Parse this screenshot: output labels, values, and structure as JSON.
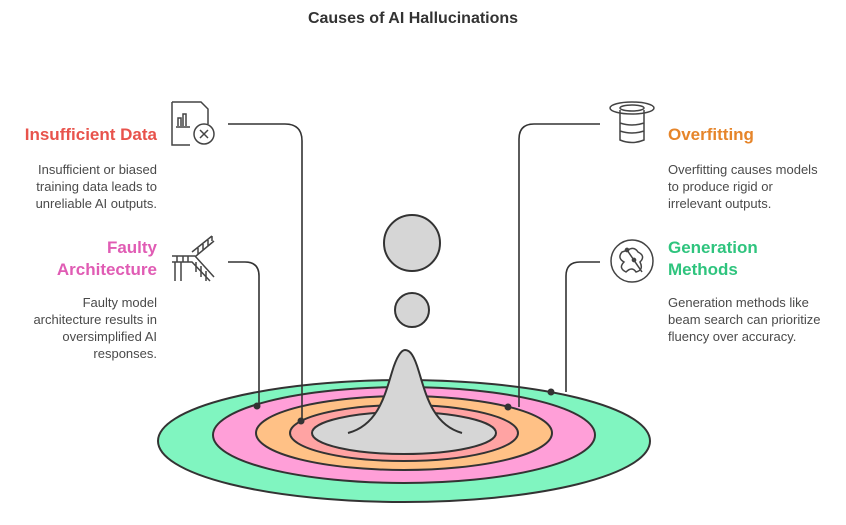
{
  "title": "Causes of AI Hallucinations",
  "causes": {
    "insufficient_data": {
      "heading": "Insufficient Data",
      "body": "Insufficient or biased training data leads to unreliable AI outputs.",
      "color": "#e8534c",
      "icon": "document-chart-x-icon"
    },
    "faulty_architecture": {
      "heading": "Faulty Architecture",
      "body": "Faulty model architecture results in oversimplified AI responses.",
      "color": "#e05cb4",
      "icon": "broken-staircase-icon"
    },
    "overfitting": {
      "heading": "Overfitting",
      "body": "Overfitting causes models to produce rigid or irrelevant outputs.",
      "color": "#e6852a",
      "icon": "top-hat-cylinder-icon"
    },
    "generation_methods": {
      "heading": "Generation Methods",
      "body": "Generation methods like beam search can prioritize fluency over accuracy.",
      "color": "#2fc47e",
      "icon": "tangled-path-icon"
    }
  },
  "rings": {
    "outer": "#80f5c0",
    "second": "#ff9fd8",
    "third": "#ffc186",
    "fourth": "#ffa3a3",
    "center": "#d6d6d6"
  }
}
